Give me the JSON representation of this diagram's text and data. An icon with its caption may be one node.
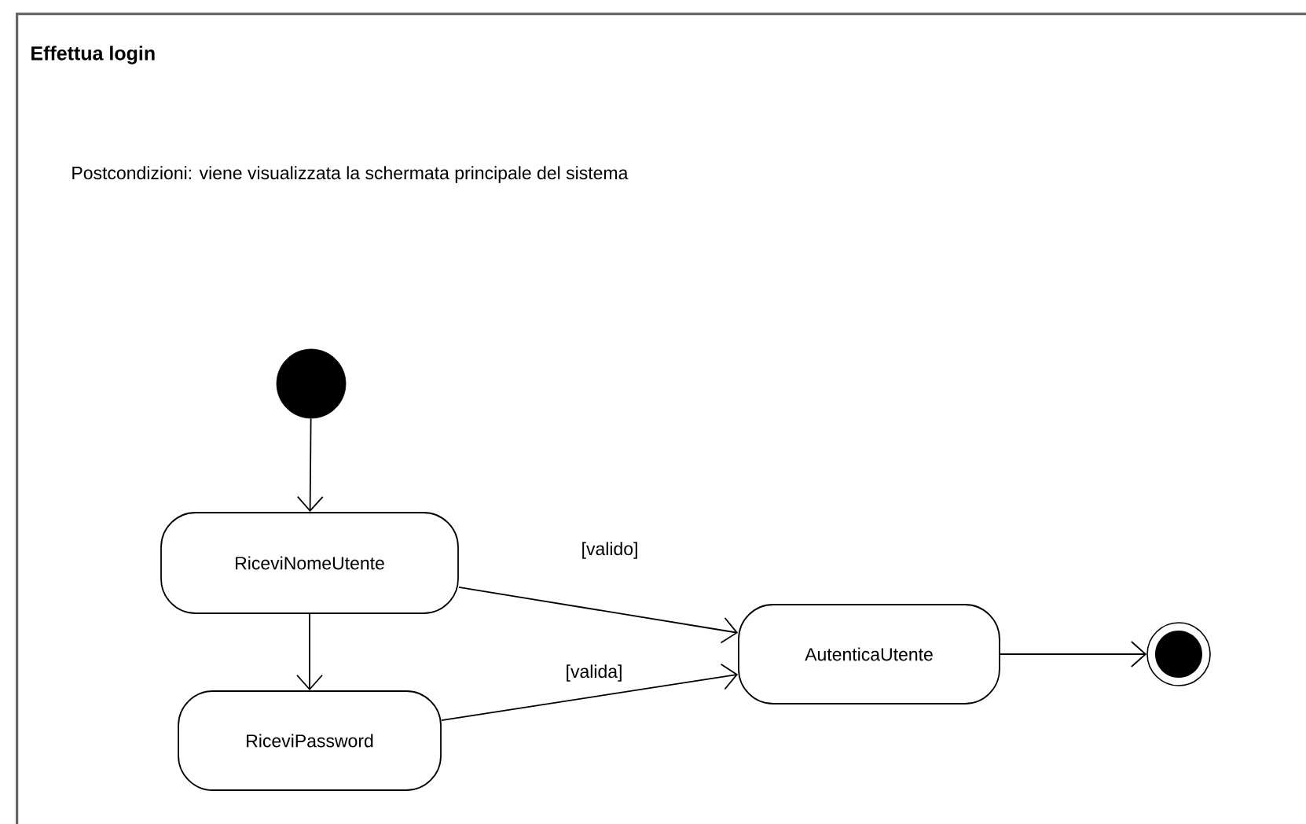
{
  "diagram": {
    "nodes": [
      {
        "text": [
          "Effettua login",
          "Postcondizioni: viene visualizzata la schermata principale del sistema"
        ]
      },
      {
        "text": [],
        "shape": "circle",
        "in": 0
      },
      {
        "text": [
          "RiceviNomeUtente"
        ],
        "in": 0
      },
      {
        "text": [
          "RiceviPassword"
        ],
        "in": 0
      },
      {
        "text": [
          "AutenticaUtente"
        ],
        "in": 0
      },
      {
        "text": [],
        "shape": "circle",
        "in": 0
      }
    ],
    "edges": [
      {
        "from": 1,
        "to": 2,
        "arrow": "to"
      },
      {
        "from": 2,
        "to": 3,
        "arrow": "to"
      },
      {
        "from": 2,
        "to": 4,
        "arrow": "to",
        "label": "[valido]"
      },
      {
        "from": 3,
        "to": 4,
        "arrow": "to",
        "label": "[valida]"
      },
      {
        "from": 4,
        "to": 5,
        "arrow": "to"
      }
    ]
  }
}
